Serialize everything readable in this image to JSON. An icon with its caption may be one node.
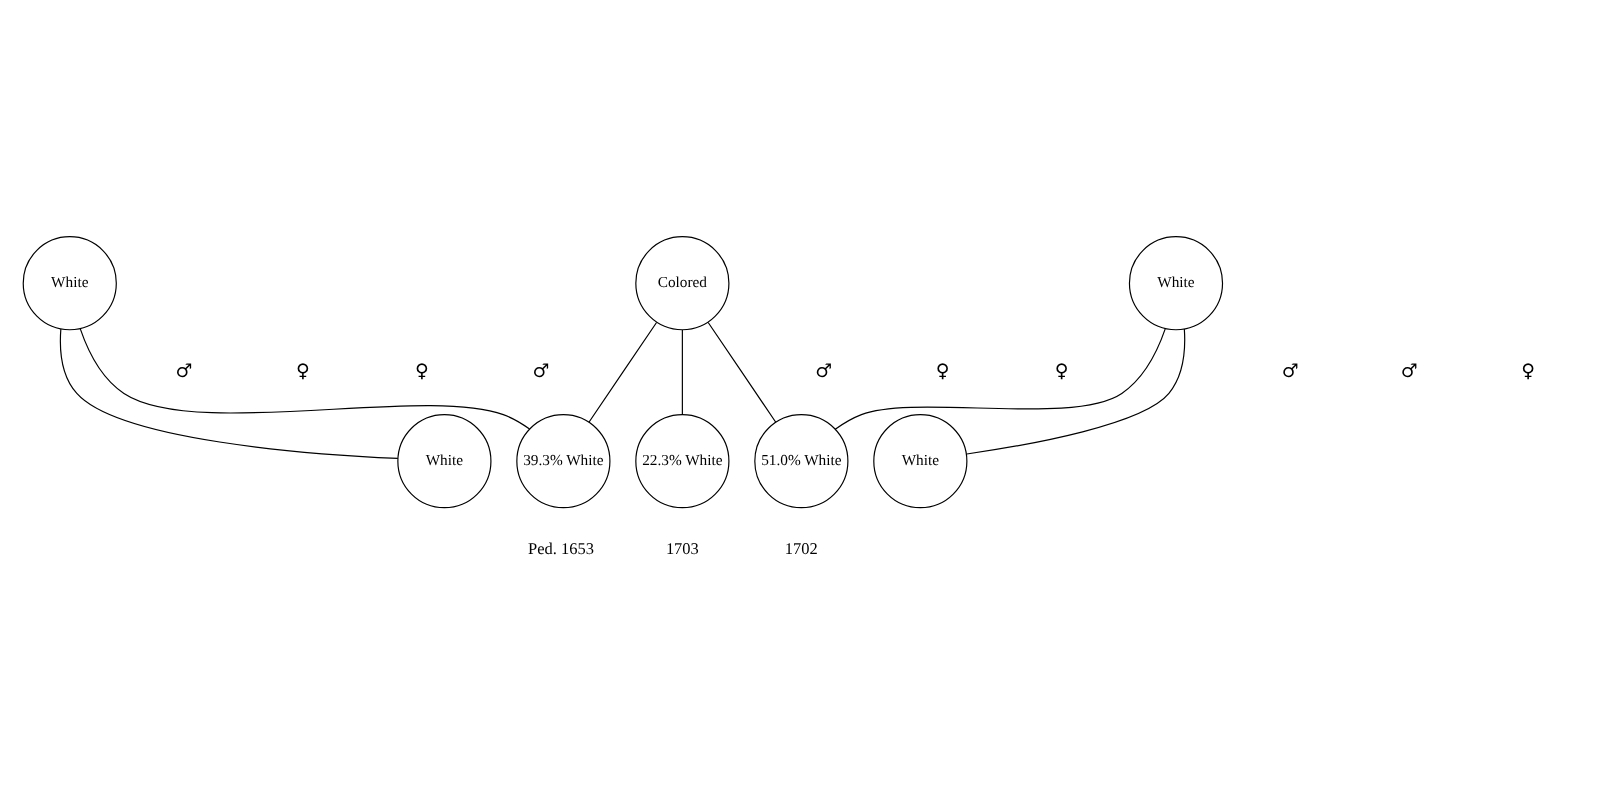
{
  "diagram": {
    "nodes": [
      {
        "text": [
          "White"
        ]
      },
      {
        "text": [
          "Colored"
        ]
      },
      {
        "text": [
          "White"
        ]
      },
      {
        "text": [
          "White"
        ]
      },
      {
        "text": [
          "39.3% White"
        ],
        "beside": [
          "Ped. 1653"
        ]
      },
      {
        "text": [
          "22.3% White"
        ],
        "beside": [
          "1703"
        ]
      },
      {
        "text": [
          "51.0% White"
        ],
        "beside": [
          "1702"
        ]
      },
      {
        "text": [
          "White"
        ]
      }
    ],
    "edges": [
      {
        "from": 0,
        "to": 3,
        "arrow": "none"
      },
      {
        "from": 0,
        "to": 4,
        "arrow": "none"
      },
      {
        "from": 1,
        "to": 4,
        "arrow": "none"
      },
      {
        "from": 1,
        "to": 5,
        "arrow": "none"
      },
      {
        "from": 1,
        "to": 6,
        "arrow": "none"
      },
      {
        "from": 2,
        "to": 6,
        "arrow": "none"
      },
      {
        "from": 2,
        "to": 7,
        "arrow": "none"
      }
    ],
    "labels": [
      "♂",
      "♀",
      "♀",
      "♂",
      "♂",
      "♀",
      "♀",
      "♂",
      "♂",
      "♀"
    ]
  }
}
